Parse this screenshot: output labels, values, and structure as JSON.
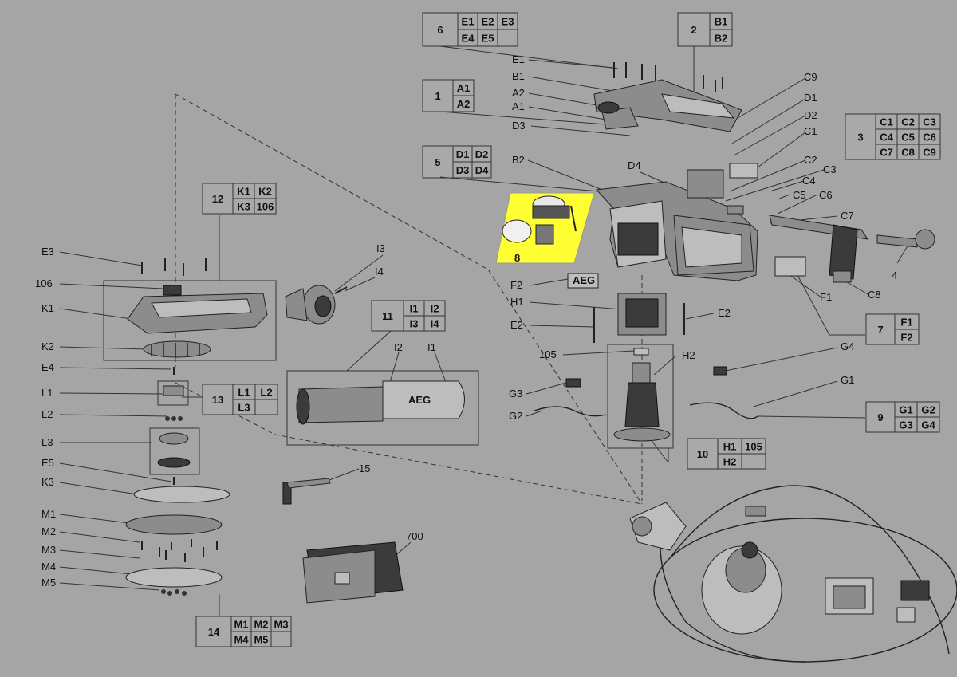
{
  "boxes": {
    "b6": {
      "head": "6",
      "cells": [
        [
          "E1",
          "E2",
          "E3"
        ],
        [
          "E4",
          "E5",
          ""
        ]
      ]
    },
    "b2": {
      "head": "2",
      "cells": [
        [
          "B1"
        ],
        [
          "B2"
        ]
      ]
    },
    "b1": {
      "head": "1",
      "cells": [
        [
          "A1"
        ],
        [
          "A2"
        ]
      ]
    },
    "b5": {
      "head": "5",
      "cells": [
        [
          "D1",
          "D2"
        ],
        [
          "D3",
          "D4"
        ]
      ]
    },
    "b3": {
      "head": "3",
      "cells": [
        [
          "C1",
          "C2",
          "C3"
        ],
        [
          "C4",
          "C5",
          "C6"
        ],
        [
          "C7",
          "C8",
          "C9"
        ]
      ]
    },
    "b12": {
      "head": "12",
      "cells": [
        [
          "K1",
          "K2"
        ],
        [
          "K3",
          "106"
        ]
      ]
    },
    "b11": {
      "head": "11",
      "cells": [
        [
          "I1",
          "I2"
        ],
        [
          "I3",
          "I4"
        ]
      ]
    },
    "b13": {
      "head": "13",
      "cells": [
        [
          "L1",
          "L2"
        ],
        [
          "L3",
          ""
        ]
      ]
    },
    "b7": {
      "head": "7",
      "cells": [
        [
          "F1"
        ],
        [
          "F2"
        ]
      ]
    },
    "b9": {
      "head": "9",
      "cells": [
        [
          "G1",
          "G2"
        ],
        [
          "G3",
          "G4"
        ]
      ]
    },
    "b10": {
      "head": "10",
      "cells": [
        [
          "H1",
          "105"
        ],
        [
          "H2",
          ""
        ]
      ]
    },
    "b14": {
      "head": "14",
      "cells": [
        [
          "M1",
          "M2",
          "M3"
        ],
        [
          "M4",
          "M5",
          ""
        ]
      ]
    }
  },
  "labels": {
    "E1": "E1",
    "B1": "B1",
    "A2": "A2",
    "A1": "A1",
    "D3": "D3",
    "B2": "B2",
    "D4": "D4",
    "C9": "C9",
    "D1": "D1",
    "D2": "D2",
    "C1": "C1",
    "C2": "C2",
    "C3": "C3",
    "C4": "C4",
    "C5": "C5",
    "C6": "C6",
    "C7": "C7",
    "C8": "C8",
    "n4": "4",
    "F1": "F1",
    "F2": "F2",
    "H1": "H1",
    "E2a": "E2",
    "E2b": "E2",
    "n105": "105",
    "H2": "H2",
    "G4": "G4",
    "G1": "G1",
    "G3": "G3",
    "G2": "G2",
    "n8": "8",
    "E3": "E3",
    "n106": "106",
    "K1": "K1",
    "K2": "K2",
    "E4": "E4",
    "L1": "L1",
    "L2": "L2",
    "L3": "L3",
    "E5": "E5",
    "K3": "K3",
    "M1": "M1",
    "M2": "M2",
    "M3": "M3",
    "M4": "M4",
    "M5": "M5",
    "I3": "I3",
    "I4": "I4",
    "I2": "I2",
    "I1": "I1",
    "n15": "15",
    "n700": "700"
  },
  "logos": {
    "aeg_plate": "AEG",
    "aeg_tube": "AEG"
  },
  "highlight_color": "#ffff33"
}
